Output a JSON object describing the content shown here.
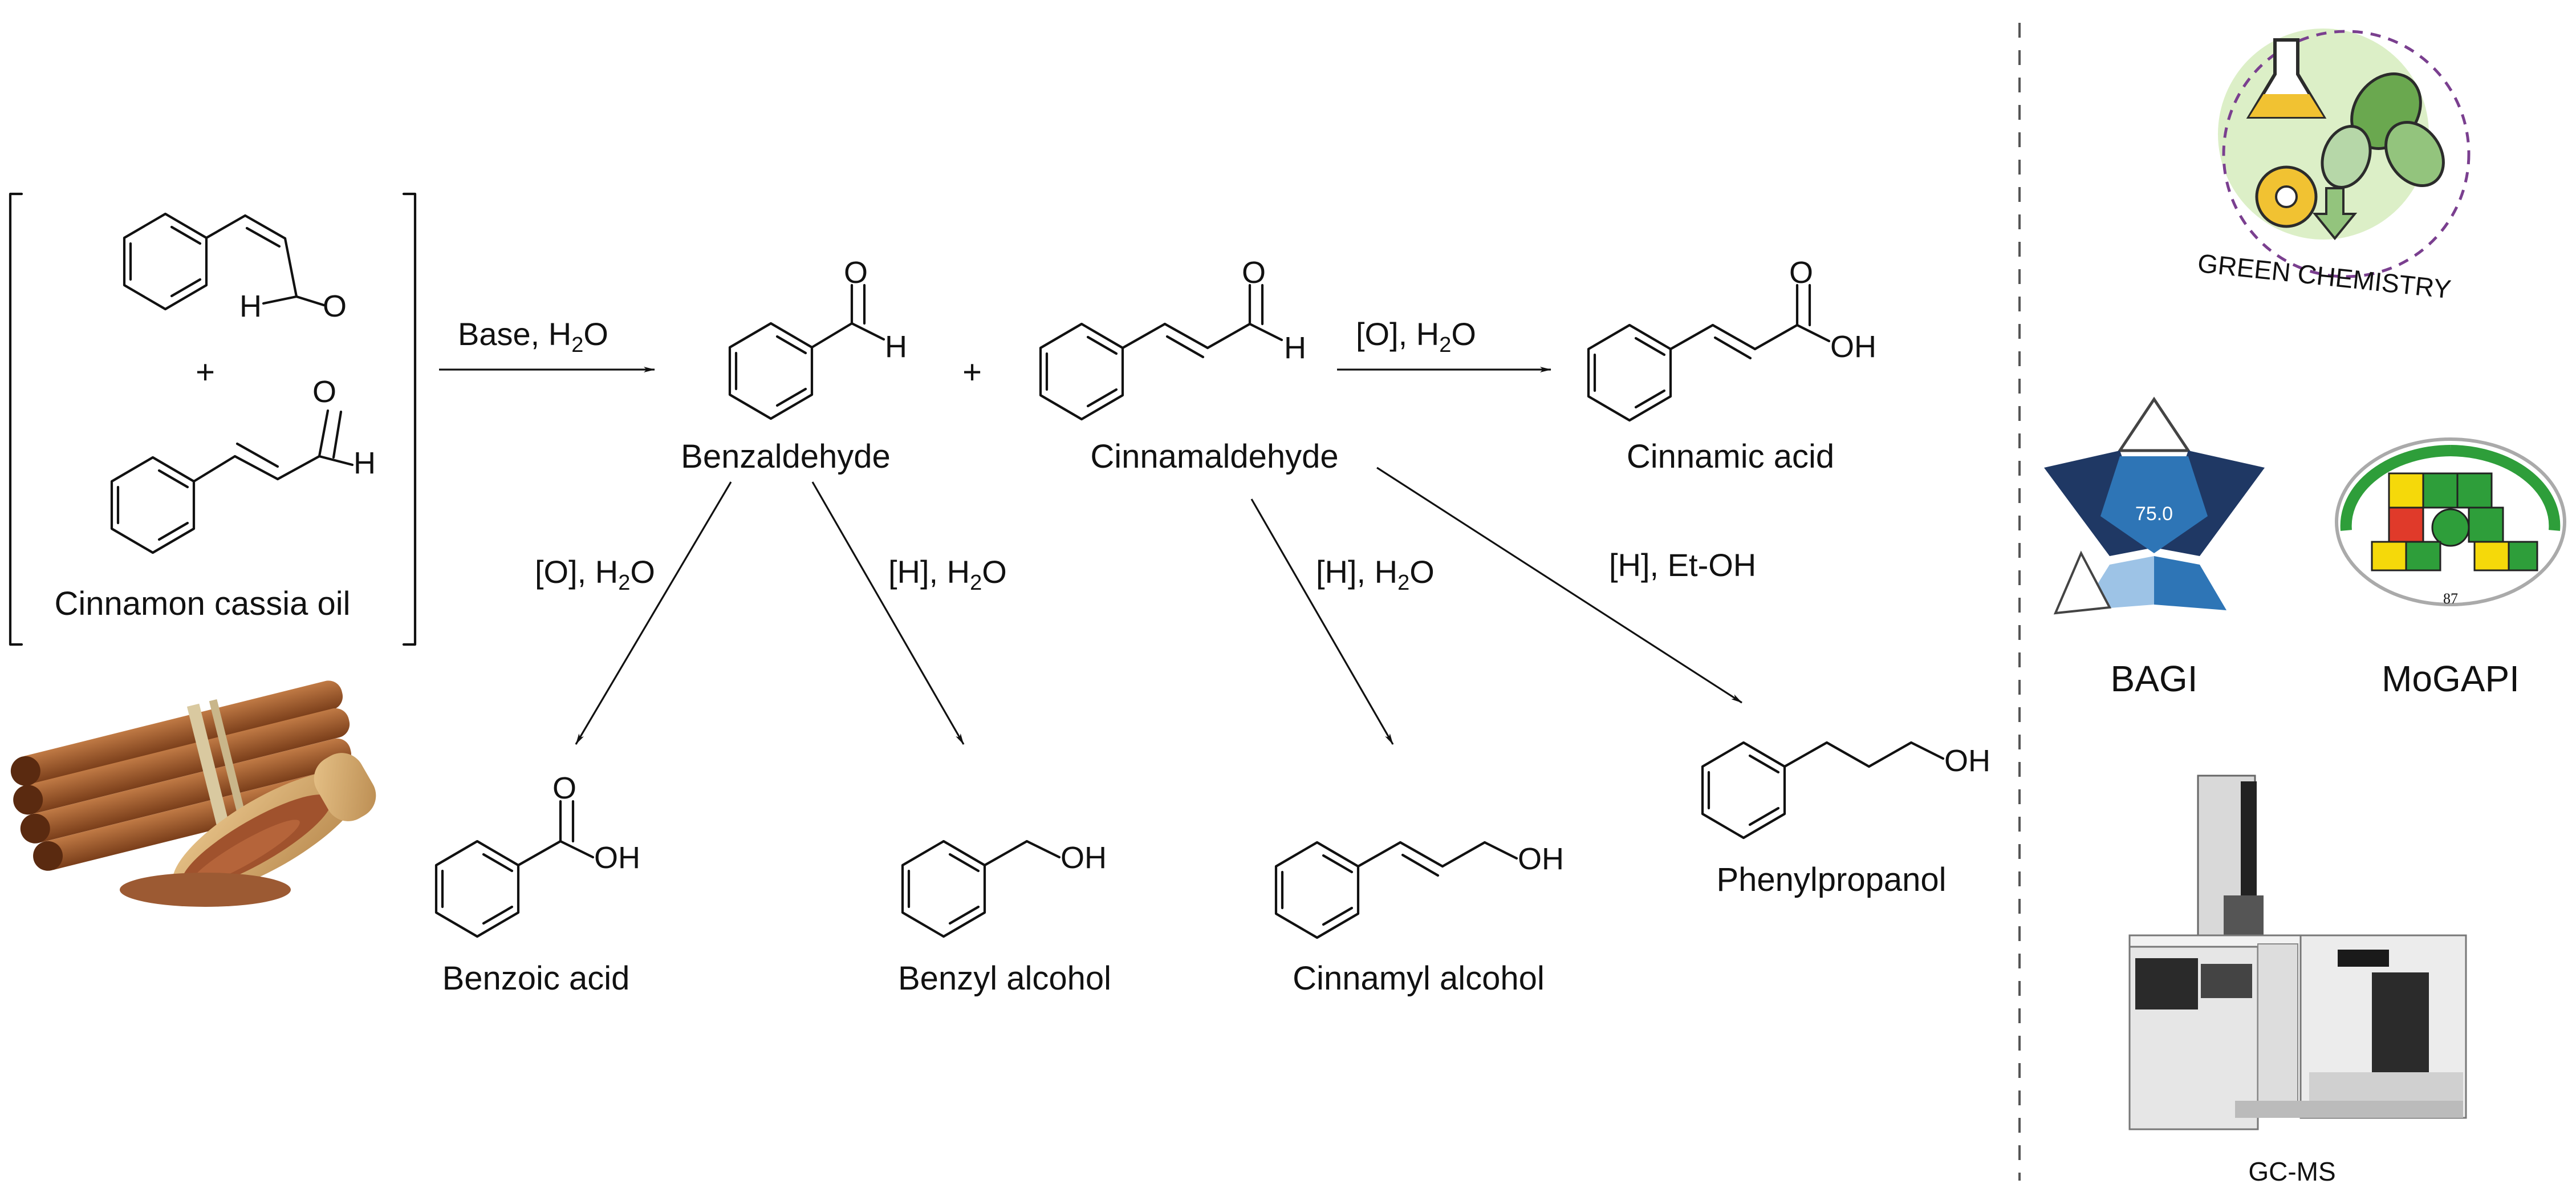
{
  "diagram": {
    "mixture": {
      "label": "Cinnamon cassia oil"
    },
    "plus": "+",
    "compounds": {
      "benzaldehyde": "Benzaldehyde",
      "cinnamaldehyde": "Cinnamaldehyde",
      "cinnamic_acid": "Cinnamic acid",
      "benzoic_acid": "Benzoic acid",
      "benzyl_alcohol": "Benzyl alcohol",
      "cinnamyl_alcohol": "Cinnamyl alcohol",
      "phenylpropanol": "Phenylpropanol"
    },
    "atoms": {
      "oxygen": "O",
      "hydrogen": "H",
      "hydroxyl": "OH",
      "water_h": "H",
      "water_o": "O",
      "water_sub": "2"
    },
    "conditions": {
      "base": "Base, H",
      "oxidation": "[O], H",
      "reduction": "[H], H",
      "ethanol": "[H], Et-OH"
    },
    "tools": {
      "green_chemistry": "GREEN CHEMISTRY",
      "bagi": "BAGI",
      "bagi_score": "75.0",
      "mogapi": "MoGAPI",
      "mogapi_score": "87",
      "gcms": "GC-MS"
    },
    "colors": {
      "ink": "#111111",
      "bagi_dark": "#1f3864",
      "bagi_light": "#9dc3e6",
      "bagi_mid": "#2e75b6",
      "mogapi_green": "#2e9e3a",
      "mogapi_yellow": "#f5d90a",
      "mogapi_red": "#e03a2a",
      "cinnamon": "#8a4a22",
      "leaf": "#6aa84f",
      "flask": "#f1c232"
    }
  }
}
